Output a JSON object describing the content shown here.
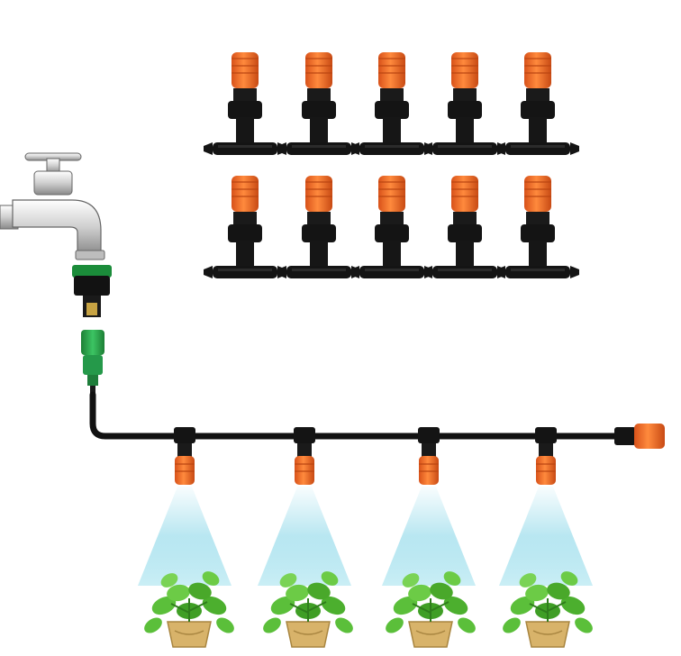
{
  "product": {
    "nozzle_count": 10,
    "grid_rows": 2,
    "grid_cols": 5,
    "line_sprayers": 4,
    "colors": {
      "nozzle_cap": "#f26a21",
      "nozzle_body": "#141414",
      "hose": "#111111",
      "connector_green": "#27a046",
      "faucet": "#d9d9d9",
      "mist": "#7fd3e6",
      "plant_leaf": "#4caf2e",
      "pot": "#d8b36a"
    },
    "icons": [
      "faucet-icon",
      "quick-connector-icon",
      "mist-nozzle-icon",
      "potted-plant-icon"
    ]
  }
}
